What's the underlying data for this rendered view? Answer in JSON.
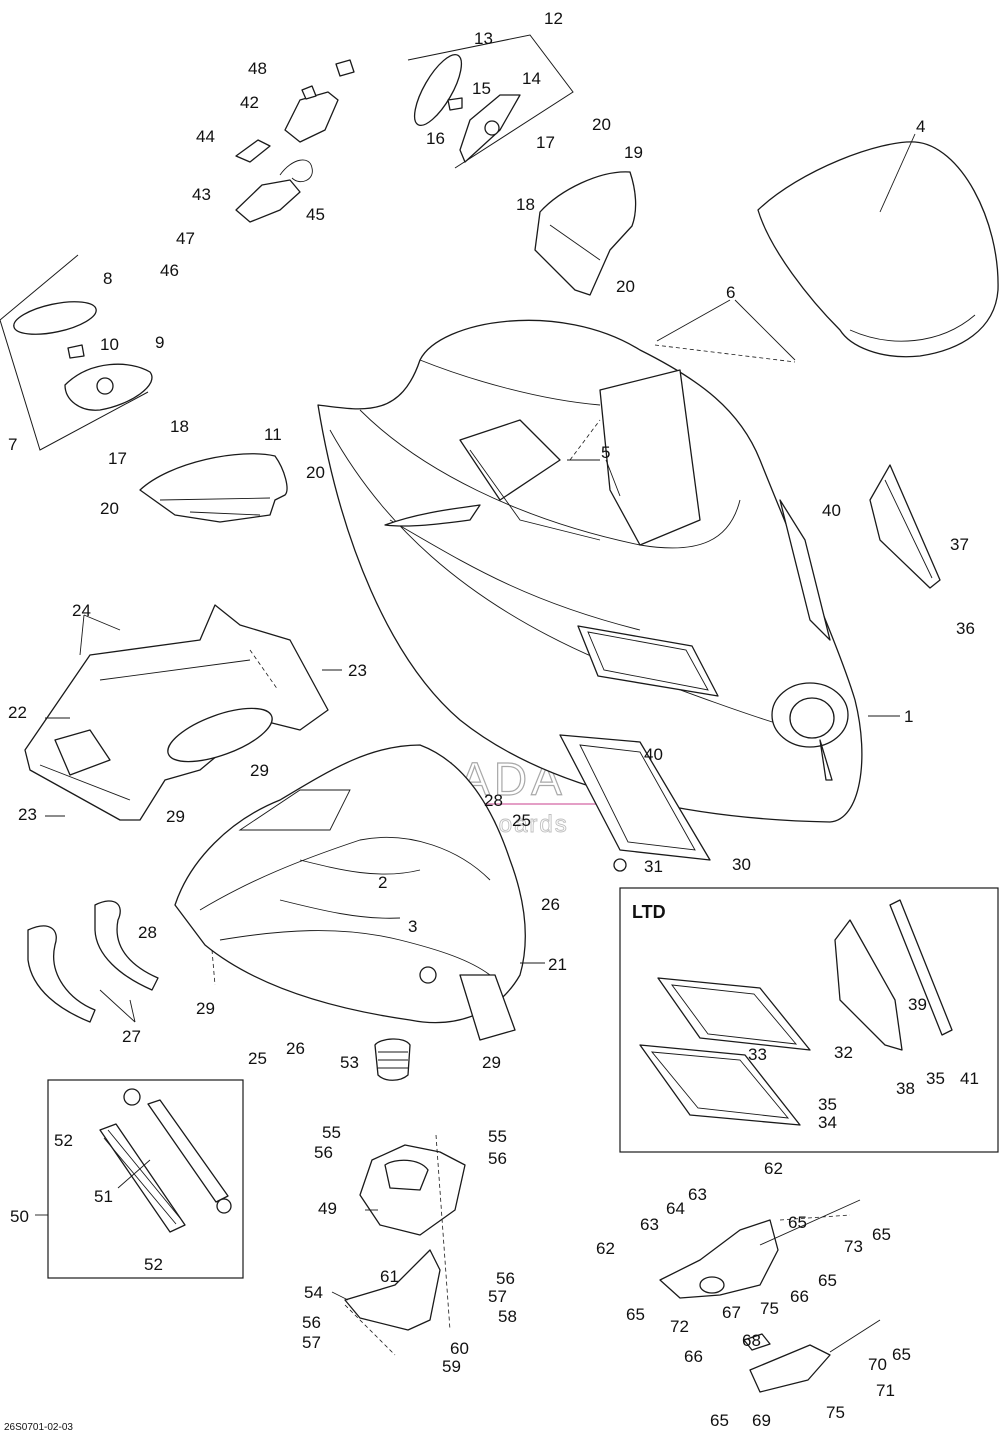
{
  "drawing_ref": "26S0701-02-03",
  "inset_label": "LTD",
  "watermark": {
    "brand": "ARMADA",
    "tagline": "marine outboards",
    "brand_color": "#e08fbd",
    "text_color": "#9a9a9a"
  },
  "callouts": {
    "c1": "1",
    "c2": "2",
    "c3": "3",
    "c4": "4",
    "c5": "5",
    "c6": "6",
    "c7": "7",
    "c8": "8",
    "c9": "9",
    "c10": "10",
    "c11": "11",
    "c12": "12",
    "c13": "13",
    "c14": "14",
    "c15": "15",
    "c16": "16",
    "c17a": "17",
    "c17b": "17",
    "c18a": "18",
    "c18b": "18",
    "c19": "19",
    "c20a": "20",
    "c20b": "20",
    "c20c": "20",
    "c20d": "20",
    "c21": "21",
    "c22": "22",
    "c23a": "23",
    "c23b": "23",
    "c24": "24",
    "c25a": "25",
    "c25b": "25",
    "c26a": "26",
    "c26b": "26",
    "c27": "27",
    "c28a": "28",
    "c28b": "28",
    "c29a": "29",
    "c29b": "29",
    "c29c": "29",
    "c29d": "29",
    "c30": "30",
    "c31": "31",
    "c32": "32",
    "c33": "33",
    "c34": "34",
    "c35a": "35",
    "c35b": "35",
    "c36": "36",
    "c37": "37",
    "c38": "38",
    "c39": "39",
    "c40a": "40",
    "c40b": "40",
    "c41": "41",
    "c42": "42",
    "c43": "43",
    "c44": "44",
    "c45": "45",
    "c46": "46",
    "c47": "47",
    "c48": "48",
    "c49": "49",
    "c50": "50",
    "c51": "51",
    "c52a": "52",
    "c52b": "52",
    "c53": "53",
    "c54": "54",
    "c55a": "55",
    "c55b": "55",
    "c56a": "56",
    "c56b": "56",
    "c56c": "56",
    "c56d": "56",
    "c57a": "57",
    "c57b": "57",
    "c58": "58",
    "c59": "59",
    "c60": "60",
    "c61": "61",
    "c62a": "62",
    "c62b": "62",
    "c63a": "63",
    "c63b": "63",
    "c64": "64",
    "c65a": "65",
    "c65b": "65",
    "c65c": "65",
    "c65d": "65",
    "c65e": "65",
    "c65f": "65",
    "c66a": "66",
    "c66b": "66",
    "c67": "67",
    "c68": "68",
    "c69": "69",
    "c70": "70",
    "c71": "71",
    "c72": "72",
    "c73": "73",
    "c75a": "75",
    "c75b": "75"
  }
}
